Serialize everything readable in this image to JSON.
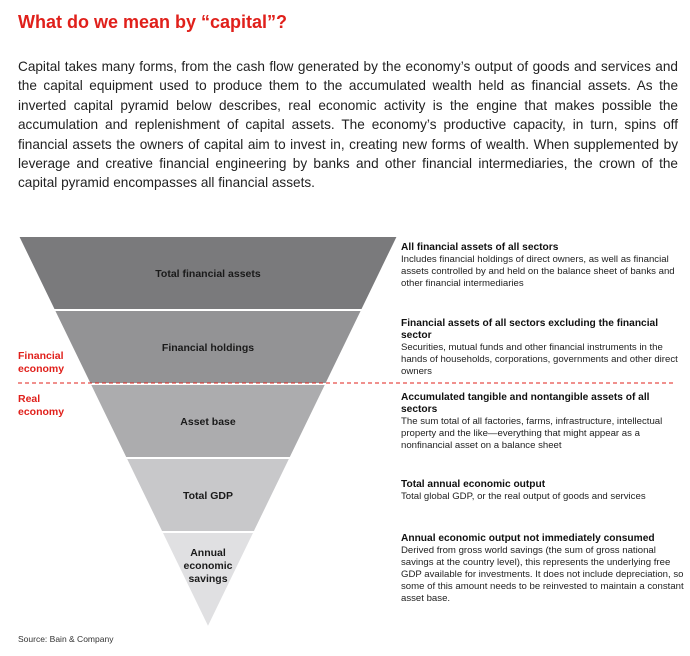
{
  "title": "What do we mean by “capital”?",
  "intro": "Capital takes many forms, from the cash flow generated by the economy’s output of goods and services and the capital equipment used to produce them to the accumulated wealth held as financial assets. As the inverted capital pyramid below describes, real economic activity is the engine that makes possible the accumulation and replenishment of capital assets. The economy’s productive capacity, in turn, spins off financial assets the owners of capital aim to invest in, creating new forms of wealth. When supplemented by leverage and creative financial engineering by banks and other financial intermediaries, the crown of the capital pyramid encompasses all financial assets.",
  "colors": {
    "accent": "#e0201b",
    "tiers": [
      "#7a7a7c",
      "#939395",
      "#acacae",
      "#c8c8ca",
      "#e0e0e2"
    ]
  },
  "side_labels": {
    "financial": [
      "Financial",
      "economy"
    ],
    "real": [
      "Real",
      "economy"
    ]
  },
  "tiers": [
    {
      "label": [
        "Total financial assets"
      ],
      "heading": "All financial assets of all sectors",
      "text": "Includes financial holdings of direct owners, as well as financial assets controlled by and held on the balance sheet of banks and other financial intermediaries"
    },
    {
      "label": [
        "Financial holdings"
      ],
      "heading": "Financial assets of all sectors excluding the financial sector",
      "text": "Securities, mutual funds and other financial instruments in the hands of households, corporations, governments and other direct owners"
    },
    {
      "label": [
        "Asset base"
      ],
      "heading": "Accumulated tangible and nontangible assets of all sectors",
      "text": "The sum total of all factories, farms, infrastructure, intellectual property and the like—everything that might appear as a nonfinancial asset on a balance sheet"
    },
    {
      "label": [
        "Total GDP"
      ],
      "heading": "Total annual economic output",
      "text": "Total global GDP, or the real output of goods and services"
    },
    {
      "label": [
        "Annual",
        "economic",
        "savings"
      ],
      "heading": "Annual economic output not immediately consumed",
      "text": "Derived from gross world savings (the sum of gross national savings at the country level), this represents the underlying free GDP available for investments. It does not include depreciation, so some of this amount needs to be reinvested to maintain a constant asset base."
    }
  ],
  "source": "Source: Bain & Company"
}
